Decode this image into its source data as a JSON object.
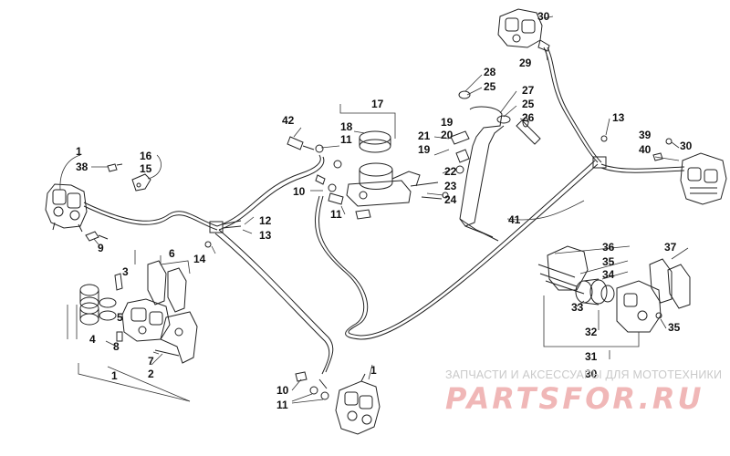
{
  "parts": {
    "p1a": "1",
    "p38": "38",
    "p16": "16",
    "p15": "15",
    "p9": "9",
    "p6": "6",
    "p3": "3",
    "p5": "5",
    "p4": "4",
    "p8": "8",
    "p7": "7",
    "p2": "2",
    "p1b": "1",
    "p12": "12",
    "p13a": "13",
    "p14": "14",
    "p10a": "10",
    "p11a": "11",
    "p42": "42",
    "p18": "18",
    "p11b": "11",
    "p17": "17",
    "p21": "21",
    "p19a": "19",
    "p20": "20",
    "p19b": "19",
    "p22": "22",
    "p23": "23",
    "p24": "24",
    "p28": "28",
    "p25a": "25",
    "p27": "27",
    "p25b": "25",
    "p26": "26",
    "p30a": "30",
    "p29": "29",
    "p13b": "13",
    "p39": "39",
    "p40": "40",
    "p30b": "30",
    "p41": "41",
    "p36": "36",
    "p35a": "35",
    "p34": "34",
    "p37": "37",
    "p33": "33",
    "p35b": "35",
    "p32": "32",
    "p31": "31",
    "p30c": "30",
    "p1c": "1",
    "p10b": "10",
    "p11c": "11"
  },
  "watermark": {
    "subtitle": "ЗАПЧАСТИ И АКСЕССУАРЫ ДЛЯ МОТОТЕХНИКИ",
    "logo": "PARTSFOR.RU"
  }
}
